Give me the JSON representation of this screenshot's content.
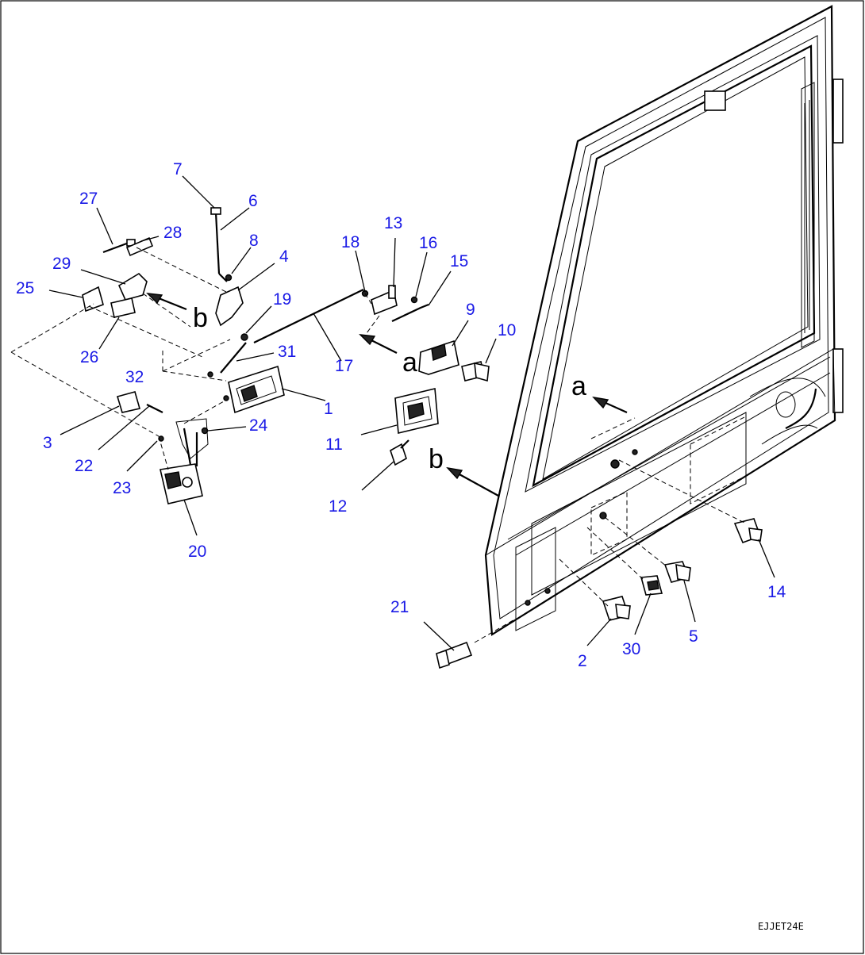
{
  "parts": [
    "1",
    "2",
    "3",
    "4",
    "5",
    "6",
    "7",
    "8",
    "9",
    "10",
    "11",
    "12",
    "13",
    "14",
    "15",
    "16",
    "17",
    "18",
    "19",
    "20",
    "21",
    "22",
    "23",
    "24",
    "25",
    "26",
    "27",
    "28",
    "29",
    "30",
    "31",
    "32"
  ],
  "view_refs": {
    "a": "a",
    "b": "b"
  },
  "drawing_code": "EJJET24E"
}
